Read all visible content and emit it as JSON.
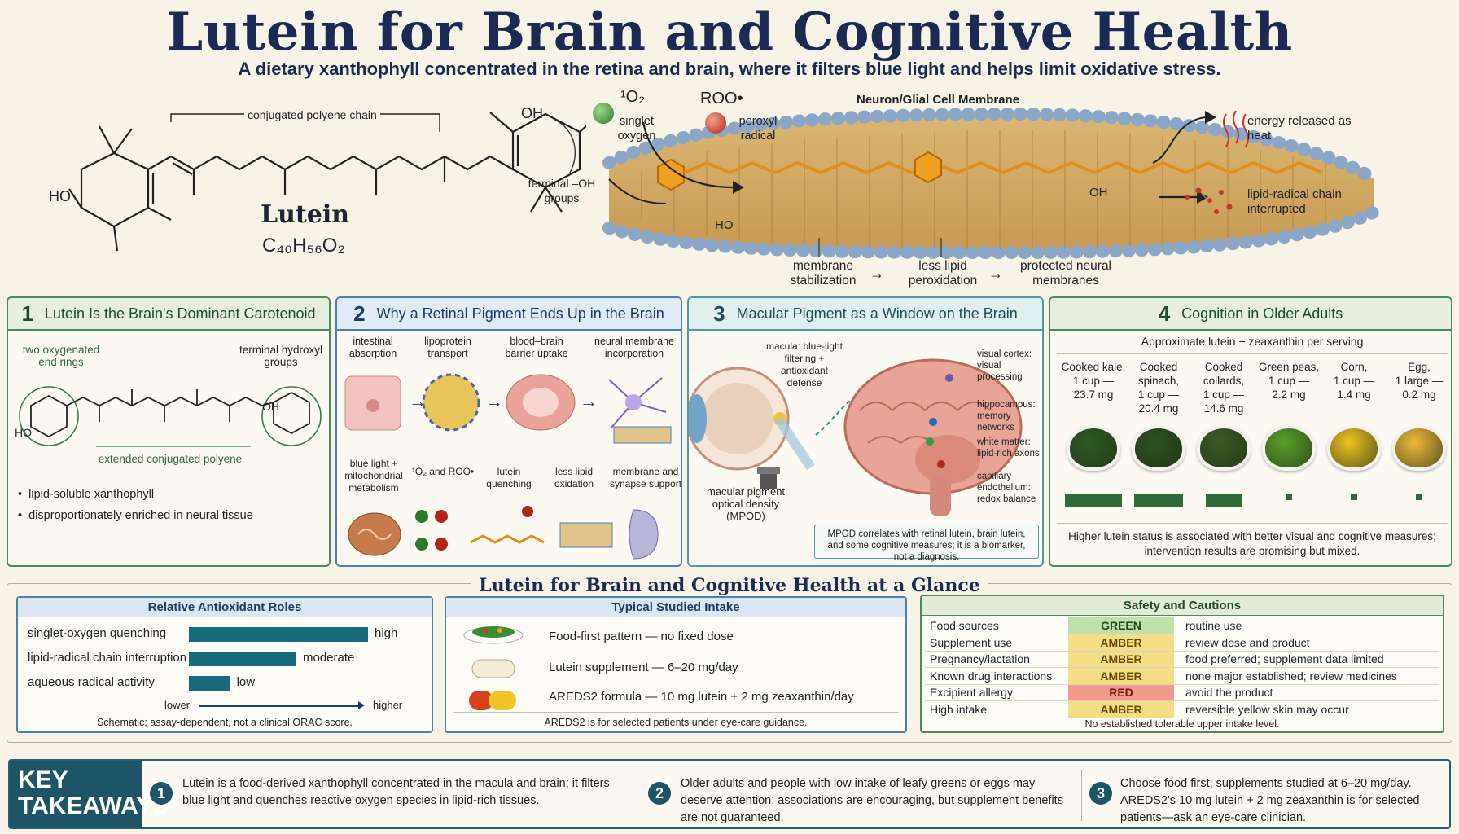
{
  "title": "Lutein for Brain and Cognitive Health",
  "subtitle": "A dietary xanthophyll concentrated in the retina and brain, where it filters blue light and helps limit oxidative stress.",
  "hero": {
    "chain_label": "conjugated polyene chain",
    "oh_top": "OH",
    "ho_left": "HO",
    "name": "Lutein",
    "formula": "C₄₀H₅₆O₂",
    "terminal_oh": "terminal –OH groups",
    "singlet_sym": "¹O₂",
    "singlet_label": "singlet oxygen",
    "roo_sym": "ROO•",
    "roo_label": "peroxyl radical",
    "membrane_title": "Neuron/Glial Cell Membrane",
    "mem_oh": "OH",
    "mem_ho": "HO",
    "heat": "energy released as heat",
    "interrupted": "lipid-radical chain interrupted",
    "flow": [
      "membrane stabilization",
      "less lipid peroxidation",
      "protected neural membranes"
    ]
  },
  "panel1": {
    "num": "1",
    "title": "Lutein Is the Brain's Dominant Carotenoid",
    "rings": "two oxygenated end rings",
    "hydroxyl": "terminal hydroxyl groups",
    "oh": "OH",
    "ho": "HO",
    "polyene": "extended conjugated polyene",
    "bullets": [
      "lipid-soluble xanthophyll",
      "disproportionately enriched in neural tissue"
    ]
  },
  "panel2": {
    "num": "2",
    "title": "Why a Retinal Pigment Ends Up in the Brain",
    "top_steps": [
      "intestinal absorption",
      "lipoprotein transport",
      "blood–brain barrier uptake",
      "neural membrane incorporation"
    ],
    "bottom_steps": [
      "blue light + mitochondrial metabolism",
      "¹O₂ and ROO•",
      "lutein quenching",
      "less lipid oxidation",
      "membrane and synapse support"
    ]
  },
  "panel3": {
    "num": "3",
    "title": "Macular Pigment as a Window on the Brain",
    "macula": "macula: blue-light filtering + antioxidant defense",
    "mpod": "macular pigment optical density (MPOD)",
    "visual": "visual cortex: visual processing",
    "hippo": "hippocampus: memory networks",
    "white": "white matter: lipid-rich axons",
    "capillary": "capillary endothelium: redox balance",
    "note": "MPOD correlates with retinal lutein, brain lutein, and some cognitive measures; it is a biomarker, not a diagnosis."
  },
  "panel4": {
    "num": "4",
    "title": "Cognition in Older Adults",
    "subtitle": "Approximate lutein + zeaxanthin per serving",
    "foods": [
      {
        "name": "Cooked kale,",
        "serving": "1 cup —",
        "amount": "23.7 mg",
        "mg": 23.7,
        "color": "#2f5a22"
      },
      {
        "name": "Cooked spinach,",
        "serving": "1 cup —",
        "amount": "20.4 mg",
        "mg": 20.4,
        "color": "#2c5220"
      },
      {
        "name": "Cooked collards,",
        "serving": "1 cup —",
        "amount": "14.6 mg",
        "mg": 14.6,
        "color": "#3d5a24"
      },
      {
        "name": "Green peas,",
        "serving": "1 cup —",
        "amount": "2.2 mg",
        "mg": 2.2,
        "color": "#5aa02c"
      },
      {
        "name": "Corn,",
        "serving": "1 cup —",
        "amount": "1.4 mg",
        "mg": 1.4,
        "color": "#f0c220"
      },
      {
        "name": "Egg,",
        "serving": "1 large —",
        "amount": "0.2 mg",
        "mg": 0.2,
        "color": "#f1b83a"
      }
    ],
    "note": "Higher lutein status is associated with better visual and cognitive measures; intervention results are promising but mixed."
  },
  "glance": {
    "title": "Lutein for Brain and Cognitive Health at a Glance",
    "antioxidant": {
      "title": "Relative Antioxidant Roles",
      "rows": [
        {
          "label": "singlet-oxygen quenching",
          "level": "high",
          "fraction": 1.0
        },
        {
          "label": "lipid-radical chain interruption",
          "level": "moderate",
          "fraction": 0.6
        },
        {
          "label": "aqueous radical activity",
          "level": "low",
          "fraction": 0.23
        }
      ],
      "axis_low": "lower",
      "axis_high": "higher",
      "note": "Schematic; assay-dependent, not a clinical ORAC score."
    },
    "intake": {
      "title": "Typical Studied Intake",
      "rows": [
        "Food-first pattern — no fixed dose",
        "Lutein supplement — 6–20 mg/day",
        "AREDS2 formula — 10 mg lutein + 2 mg zeaxanthin/day"
      ],
      "note": "AREDS2 is for selected patients under eye-care guidance."
    },
    "safety": {
      "title": "Safety and Cautions",
      "rows": [
        {
          "item": "Food sources",
          "status": "GREEN",
          "note": "routine use"
        },
        {
          "item": "Supplement use",
          "status": "AMBER",
          "note": "review dose and product"
        },
        {
          "item": "Pregnancy/lactation",
          "status": "AMBER",
          "note": "food preferred; supplement data limited"
        },
        {
          "item": "Known drug interactions",
          "status": "AMBER",
          "note": "none major established; review medicines"
        },
        {
          "item": "Excipient allergy",
          "status": "RED",
          "note": "avoid the product"
        },
        {
          "item": "High intake",
          "status": "AMBER",
          "note": "reversible yellow skin may occur"
        }
      ],
      "note": "No established tolerable upper intake level."
    }
  },
  "takeaways": {
    "label_line1": "KEY",
    "label_line2": "TAKEAWAYS",
    "items": [
      {
        "num": "1",
        "text": "Lutein is a food-derived xanthophyll concentrated in the macula and brain; it filters blue light and quenches reactive oxygen species in lipid-rich tissues."
      },
      {
        "num": "2",
        "text": "Older adults and people with low intake of leafy greens or eggs may deserve attention; associations are encouraging, but supplement benefits are not guaranteed."
      },
      {
        "num": "3",
        "text": "Choose food first; supplements studied at 6–20 mg/day. AREDS2's 10 mg lutein + 2 mg zeaxanthin is for selected patients—ask an eye-care clinician."
      }
    ]
  }
}
